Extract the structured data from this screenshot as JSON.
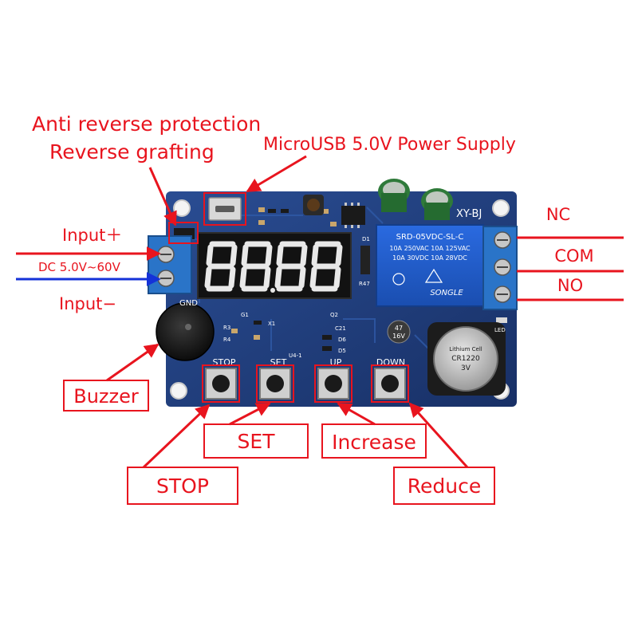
{
  "annotations": {
    "anti_reverse": "Anti reverse protection",
    "reverse_grafting": "Reverse grafting",
    "microusb": "MicroUSB 5.0V Power Supply",
    "input_plus": "Input＋",
    "dc_range": "DC 5.0V~60V",
    "input_minus": "Input−",
    "nc": "NC",
    "com": "COM",
    "no": "NO",
    "buzzer": "Buzzer",
    "set": "SET",
    "increase": "Increase",
    "stop": "STOP",
    "reduce": "Reduce"
  },
  "board": {
    "model": "XY-BJ",
    "gnd": "GND",
    "buttons": {
      "stop": "STOP",
      "set": "SET",
      "up": "UP",
      "down": "DOWN"
    },
    "relay": {
      "line1": "SRD-05VDC-SL-C",
      "line2": "10A 250VAC  10A 125VAC",
      "line3": "10A 30VDC  10A 28VDC",
      "brand": "SONGLE"
    },
    "battery": {
      "line1": "Lithium Cell",
      "line2": "CR1220",
      "line3": "3V"
    },
    "capacitor": {
      "line1": "47",
      "line2": "16V"
    },
    "silk": {
      "r3": "R3",
      "r4": "R4",
      "x1": "X1",
      "u4": "U4-1",
      "c21": "C21",
      "d6": "D6",
      "d5": "D5",
      "g1": "G1",
      "q2": "Q2",
      "r47": "R47",
      "d1": "D1",
      "led": "LED"
    }
  },
  "colors": {
    "accent": "#e8141e",
    "pcb": "#1f3c7a",
    "terminal": "#2a74c8",
    "relay": "#1f58c4",
    "input_minus_arrow": "#1432d8",
    "display_segment": "#f0f0f0"
  }
}
